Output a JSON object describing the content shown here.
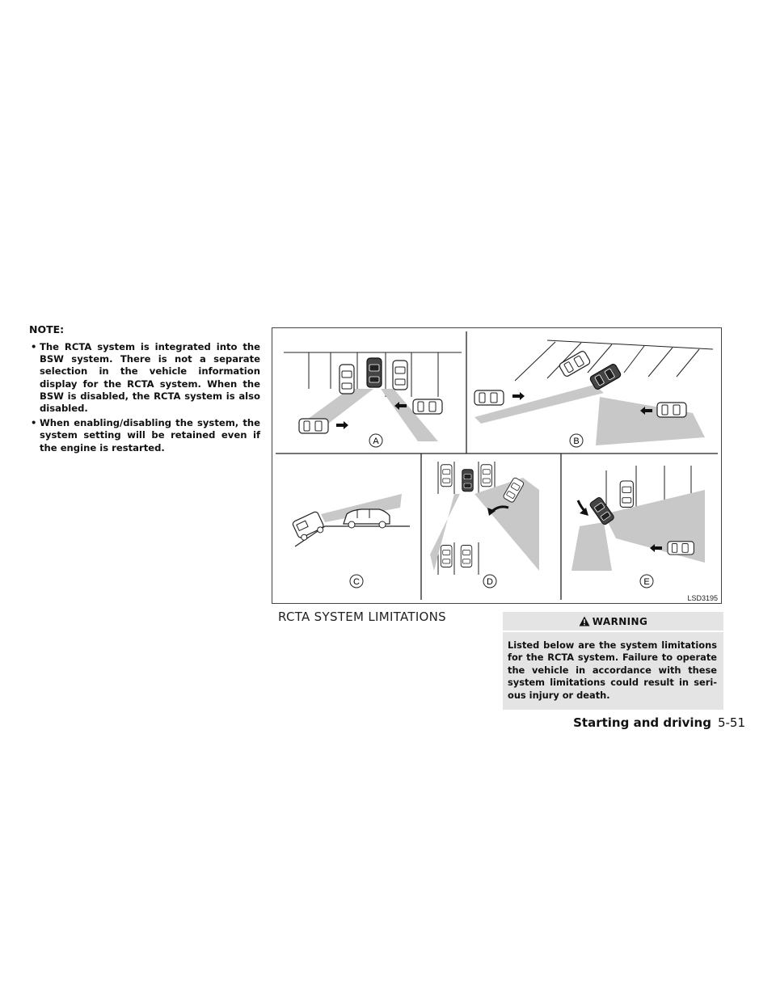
{
  "note": {
    "heading": "NOTE:",
    "bullets": [
      "The RCTA system is integrated into the BSW system. There is not a separate selection in the vehicle information display for the RCTA system. When the BSW is disabled, the RCTA system is also disabled.",
      "When enabling/disabling the system, the system setting will be retained even if the engine is restarted."
    ]
  },
  "figure": {
    "panel_labels": [
      "A",
      "B",
      "C",
      "D",
      "E"
    ],
    "code": "LSD3195",
    "fill_color": "#c8c8c8",
    "line_color": "#222222"
  },
  "section": {
    "title": "RCTA SYSTEM LIMITATIONS"
  },
  "warning": {
    "icon": "warning-triangle-icon",
    "title": "WARNING",
    "body": "Listed below are the system limitations for the RCTA system. Failure to operate the vehicle in accordance with these system limitations could result in seri-ous injury or death."
  },
  "footer": {
    "chapter": "Starting and driving",
    "page": "5-51"
  }
}
